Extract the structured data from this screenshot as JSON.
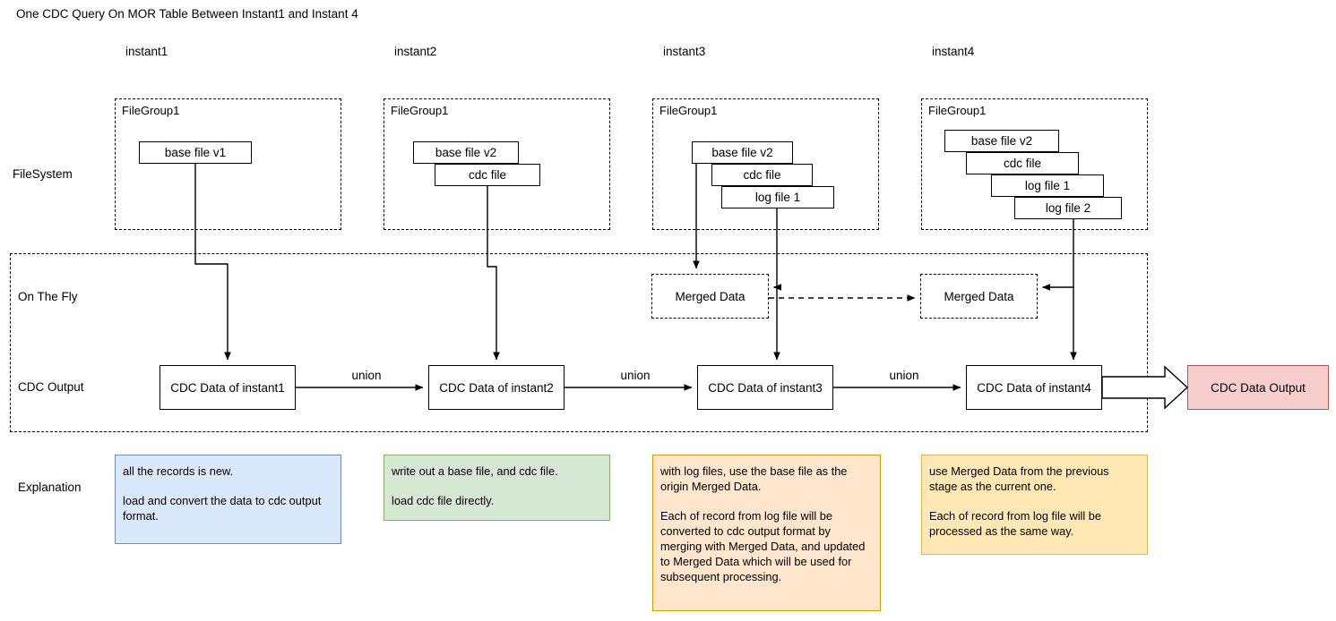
{
  "title": "One CDC Query On MOR Table Between Instant1 and Instant 4",
  "columns": [
    {
      "header": "instant1"
    },
    {
      "header": "instant2"
    },
    {
      "header": "instant3"
    },
    {
      "header": "instant4"
    }
  ],
  "row_labels": {
    "filesystem": "FileSystem",
    "on_the_fly": "On The Fly",
    "cdc_output": "CDC Output",
    "explanation": "Explanation"
  },
  "filegroup_label": "FileGroup1",
  "file_stacks": [
    {
      "files": [
        "base file v1"
      ]
    },
    {
      "files": [
        "base file v2",
        "cdc file"
      ]
    },
    {
      "files": [
        "base file v2",
        "cdc file",
        "log file 1"
      ]
    },
    {
      "files": [
        "base file v2",
        "cdc file",
        "log file 1",
        "log file 2"
      ]
    }
  ],
  "merged_data": [
    {
      "label": "Merged Data"
    },
    {
      "label": "Merged Data"
    }
  ],
  "cdc_boxes": [
    {
      "label": "CDC Data of instant1"
    },
    {
      "label": "CDC Data of instant2"
    },
    {
      "label": "CDC Data of instant3"
    },
    {
      "label": "CDC Data of instant4"
    }
  ],
  "union_labels": [
    "union",
    "union",
    "union"
  ],
  "output": {
    "label": "CDC Data Output"
  },
  "explanations": [
    {
      "paragraphs": [
        "all the records is new.",
        "load and convert the data to cdc output format."
      ],
      "fill": "#dae8fc",
      "stroke": "#6c8ebf"
    },
    {
      "paragraphs": [
        "write out a base file, and cdc file.",
        "load cdc file directly."
      ],
      "fill": "#d5e8d4",
      "stroke": "#82b366"
    },
    {
      "paragraphs": [
        "with log files, use the base file as the origin Merged Data.",
        "Each of record from log file will be converted to cdc output format by merging with Merged Data, and updated to Merged Data which will be used for subsequent processing."
      ],
      "fill": "#ffe6cc",
      "stroke": "#d79b00"
    },
    {
      "paragraphs": [
        "use Merged Data from the previous stage as the current one.",
        "Each of record from log file will be processed as the same way."
      ],
      "fill": "#ffe8b3",
      "stroke": "#d6b656"
    }
  ],
  "colors": {
    "output_fill": "#f8cecc",
    "output_stroke": "#b85450",
    "line": "#000000",
    "background": "#ffffff"
  }
}
